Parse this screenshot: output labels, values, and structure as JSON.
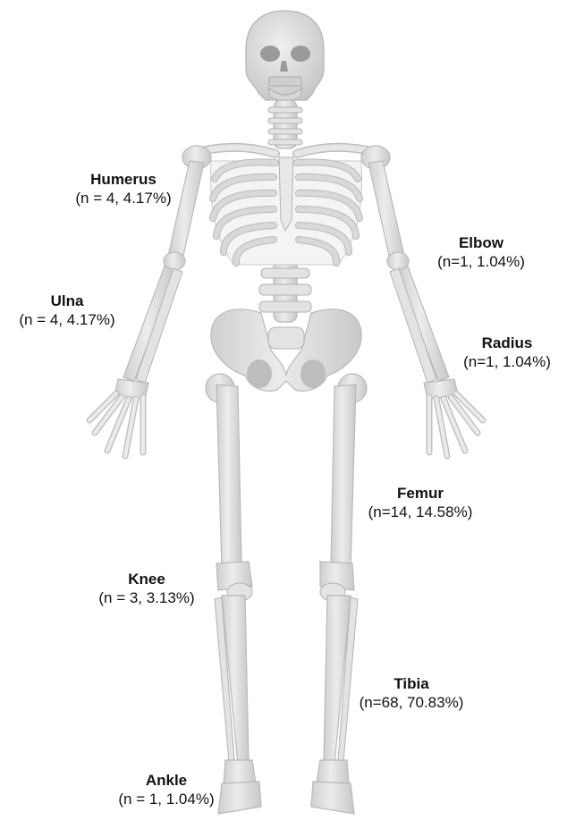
{
  "colors": {
    "bone": "#e4e4e4",
    "bone_shadow": "#b9b9b9",
    "text": "#111111",
    "background": "#ffffff"
  },
  "labels": {
    "humerus": {
      "name": "Humerus",
      "stat": "(n = 4, 4.17%)"
    },
    "elbow": {
      "name": "Elbow",
      "stat": "(n=1, 1.04%)"
    },
    "ulna": {
      "name": "Ulna",
      "stat": "(n = 4, 4.17%)"
    },
    "radius": {
      "name": "Radius",
      "stat": "(n=1, 1.04%)"
    },
    "femur": {
      "name": "Femur",
      "stat": "(n=14, 14.58%)"
    },
    "knee": {
      "name": "Knee",
      "stat": "(n = 3, 3.13%)"
    },
    "tibia": {
      "name": "Tibia",
      "stat": "(n=68, 70.83%)"
    },
    "ankle": {
      "name": "Ankle",
      "stat": "(n = 1, 1.04%)"
    }
  }
}
